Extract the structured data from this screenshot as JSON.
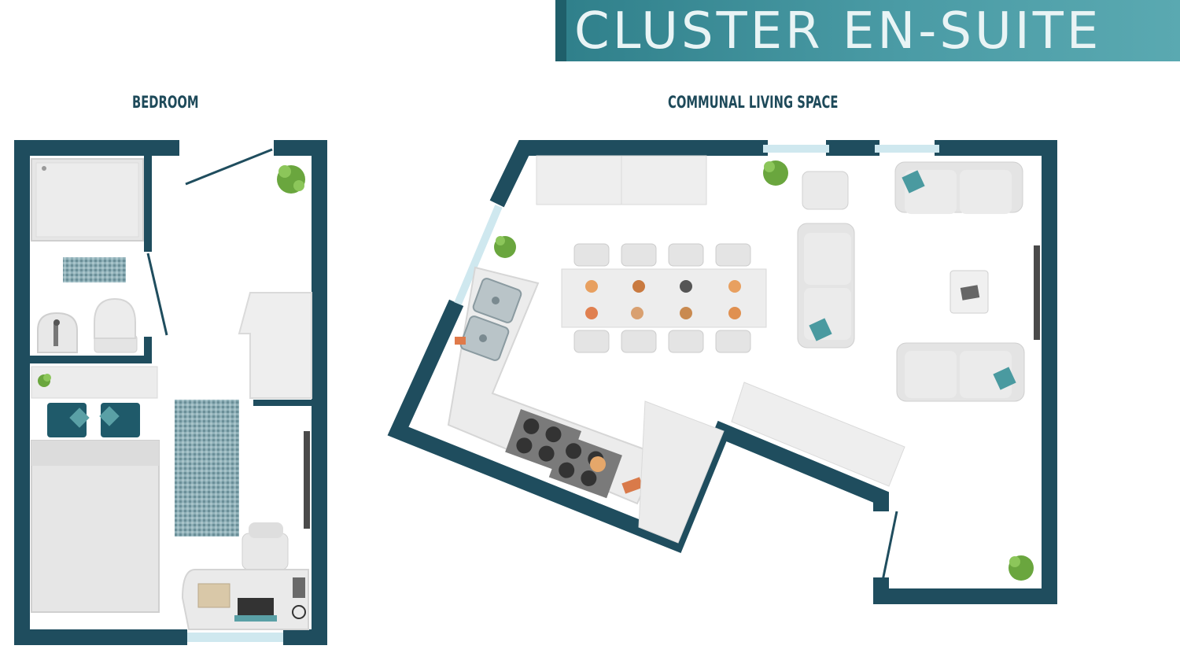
{
  "banner": {
    "title": "CLUSTER EN-SUITE"
  },
  "rooms": {
    "bedroom": {
      "label": "BEDROOM"
    },
    "communal": {
      "label": "COMMUNAL LIVING SPACE"
    }
  },
  "colors": {
    "wall": "#1f4d5e",
    "banner": "#3f8f9a",
    "furniture": "#e6e6e6",
    "furniture_stroke": "#cfcfcf",
    "accent_teal": "#4a9aa0",
    "plant": "#7cbf4a",
    "window": "#cfe8ef"
  },
  "icons": [
    "plant-icon",
    "sink-icon",
    "hob-icon",
    "toilet-icon",
    "shower-icon",
    "bed-icon",
    "sofa-icon",
    "dining-table-icon",
    "desk-icon",
    "chair-icon",
    "rug-icon",
    "laptop-icon"
  ]
}
